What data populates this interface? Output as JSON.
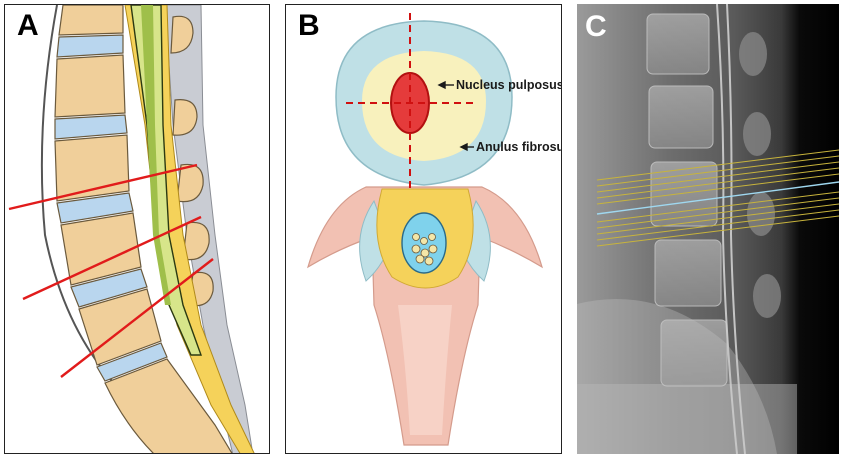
{
  "panels": [
    {
      "letter": "A"
    },
    {
      "letter": "B"
    },
    {
      "letter": "C"
    }
  ],
  "labels": {
    "nucleus": "Nucleus pulposus",
    "anulus": "Anulus fibrosus"
  },
  "colors": {
    "bone": "#f0cf9a",
    "disc": "#b9d6ee",
    "spinal_cord": "#d7e58a",
    "cut_line": "#e11b1b",
    "anulus": "#bfe0e6",
    "nucleus_region": "#f8f1bd",
    "xray_plane_lines": "#c8b43c",
    "xray_plane_center": "#9fd8f0"
  }
}
